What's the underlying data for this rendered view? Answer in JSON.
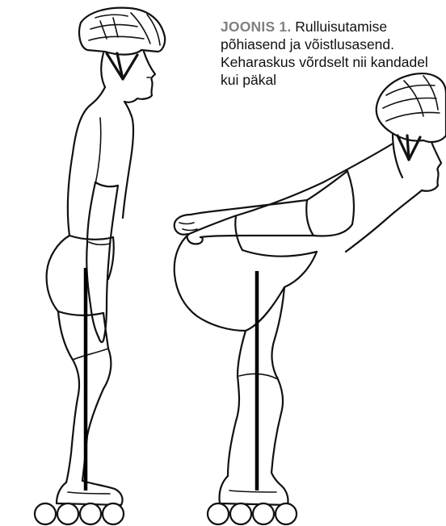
{
  "caption": {
    "label": "JOONIS 1.",
    "text": " Rulluisutamise põhiasend ja võistlusasend. Keharaskus  võrdselt nii kandadel kui päkal"
  },
  "colors": {
    "caption_label": "#808080",
    "ink": "#111111",
    "background": "#ffffff"
  },
  "figures": [
    {
      "name": "skater-basic-stance"
    },
    {
      "name": "skater-racing-stance"
    }
  ]
}
